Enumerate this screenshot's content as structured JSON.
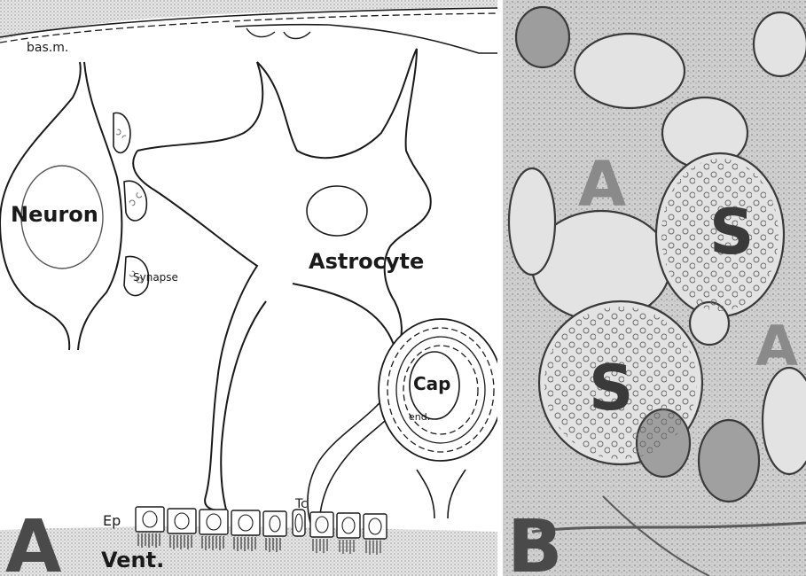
{
  "panel_a": {
    "panel_letter": "A",
    "labels": {
      "basement_membrane": "bas.m.",
      "neuron": "Neuron",
      "synapse": "Synapse",
      "astrocyte": "Astrocyte",
      "capillary": "Cap",
      "endothelium": "end.",
      "ependyma": "Ep",
      "tanycyte": "Tc",
      "ventricle": "Vent."
    }
  },
  "panel_b": {
    "panel_letter": "B",
    "labels": {
      "astrocyte_1": "A",
      "astrocyte_2": "A",
      "synapse_1": "S",
      "synapse_2": "S"
    }
  },
  "colors": {
    "line": "#1a1a1a",
    "stipple": "#bdbdbd",
    "em_background": "#c8c8c8",
    "astrocyte_letter": "#8a8a8a",
    "synapse_letter": "#3a3a3a"
  }
}
